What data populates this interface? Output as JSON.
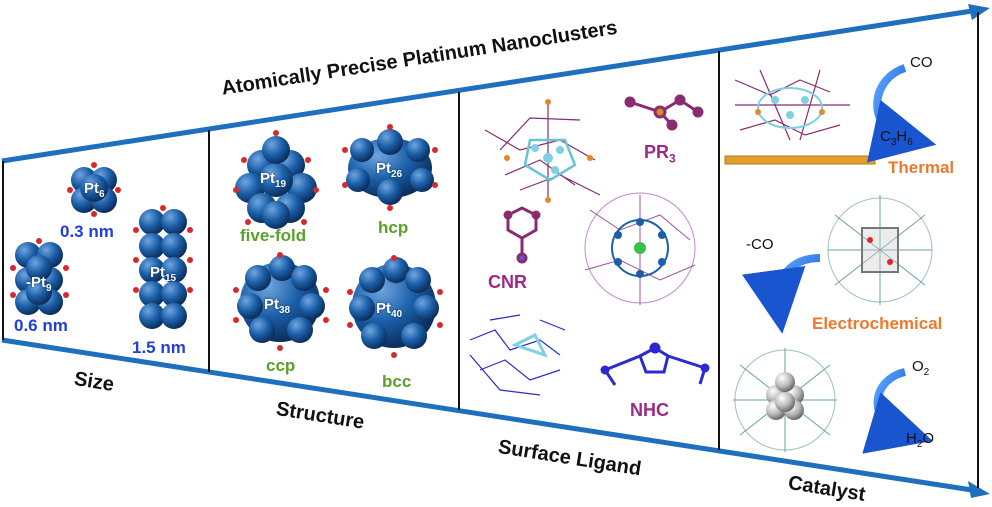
{
  "title": "Atomically Precise Platinum Nanoclusters",
  "sections": {
    "size": "Size",
    "structure": "Structure",
    "ligand": "Surface Ligand",
    "catalyst": "Catalyst"
  },
  "size": {
    "clusters": [
      {
        "element": "Pt",
        "count": "6"
      },
      {
        "element": "Pt",
        "count": "9"
      },
      {
        "element": "Pt",
        "count": "15"
      }
    ],
    "dimensions": [
      "0.3 nm",
      "0.6 nm",
      "1.5 nm"
    ]
  },
  "structure": {
    "clusters": [
      {
        "element": "Pt",
        "count": "19",
        "type": "five-fold"
      },
      {
        "element": "Pt",
        "count": "26",
        "type": "hcp"
      },
      {
        "element": "Pt",
        "count": "38",
        "type": "ccp"
      },
      {
        "element": "Pt",
        "count": "40",
        "type": "bcc"
      }
    ]
  },
  "ligands": {
    "pr3": {
      "base": "PR",
      "sub": "3"
    },
    "cnr": "CNR",
    "nhc": "NHC"
  },
  "catalyst": {
    "thermal": {
      "label": "Thermal",
      "from": "CO",
      "to_base": "C",
      "to_sub1": "3",
      "to_mid": "H",
      "to_sub2": "6"
    },
    "electrochemical": {
      "label": "Electrochemical",
      "loss": "-CO"
    },
    "orr": {
      "from_base": "O",
      "from_sub": "2",
      "to_base": "H",
      "to_sub": "2",
      "to_tail": "O"
    }
  },
  "colors": {
    "arrow": "#1f6fbf",
    "cluster": "#1b5fa8",
    "size_text": "#1f3fd6",
    "structure_text": "#5aa02c",
    "ligand_text": "#9b2a8a",
    "catalyst_text": "#ec7a2e"
  }
}
